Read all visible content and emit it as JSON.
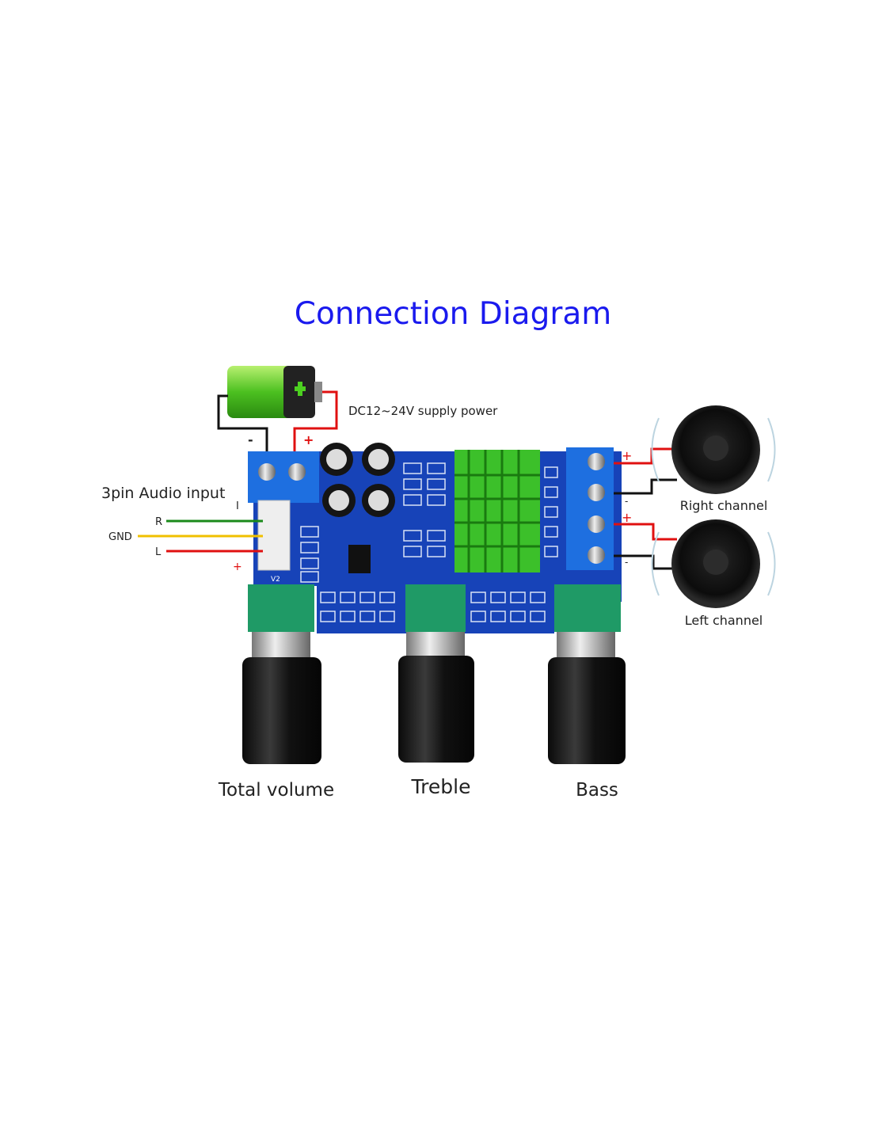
{
  "title": "Connection Diagram",
  "colors": {
    "title": "#1a1aee",
    "board": "#1743b8",
    "terminal": "#1e6fe0",
    "heatsink": "#3cc02a",
    "pot": "#1f9a66",
    "wire_red": "#e01010",
    "wire_black": "#111111",
    "wire_green": "#1a8a1a",
    "wire_yellow": "#f0c000"
  },
  "power": {
    "label": "DC12~24V supply power",
    "minus": "-",
    "plus": "+",
    "icon": "battery-icon"
  },
  "audio_input": {
    "label": "3pin Audio input",
    "pin_marker": "I",
    "r": "R",
    "gnd": "GND",
    "l": "L",
    "plus": "+"
  },
  "board_marking": "V2",
  "speakers": {
    "right": {
      "label": "Right channel",
      "plus": "+",
      "minus": "-"
    },
    "left": {
      "label": "Left channel",
      "plus": "+",
      "minus": "-"
    }
  },
  "knobs": [
    {
      "label": "Total volume"
    },
    {
      "label": "Treble"
    },
    {
      "label": "Bass"
    }
  ]
}
